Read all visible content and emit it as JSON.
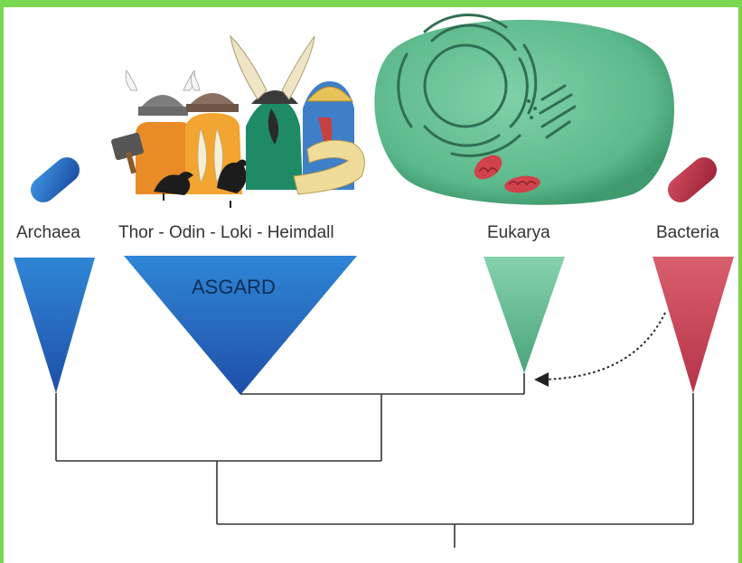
{
  "labels": {
    "archaea": "Archaea",
    "asgard_group": "Thor - Odin - Loki - Heimdall",
    "eukarya": "Eukarya",
    "bacteria": "Bacteria",
    "asgard": "ASGARD"
  },
  "colors": {
    "frame": "#79d84f",
    "archaea": "#2f7fcf",
    "asgard": "#2f7fcf",
    "eukarya": "#79c9a0",
    "bacteria": "#cf5261",
    "cell": "#5fbf8e",
    "mitochondria": "#d0434c",
    "tree_line": "#333333"
  },
  "icons": {
    "archaea_cell": "blue-rod-cell-icon",
    "bacteria_cell": "red-rod-cell-icon",
    "eukaryote_cell": "eukaryotic-cell-icon",
    "norse_gods": "norse-gods-illustration",
    "arrow": "dotted-arrow-icon"
  }
}
